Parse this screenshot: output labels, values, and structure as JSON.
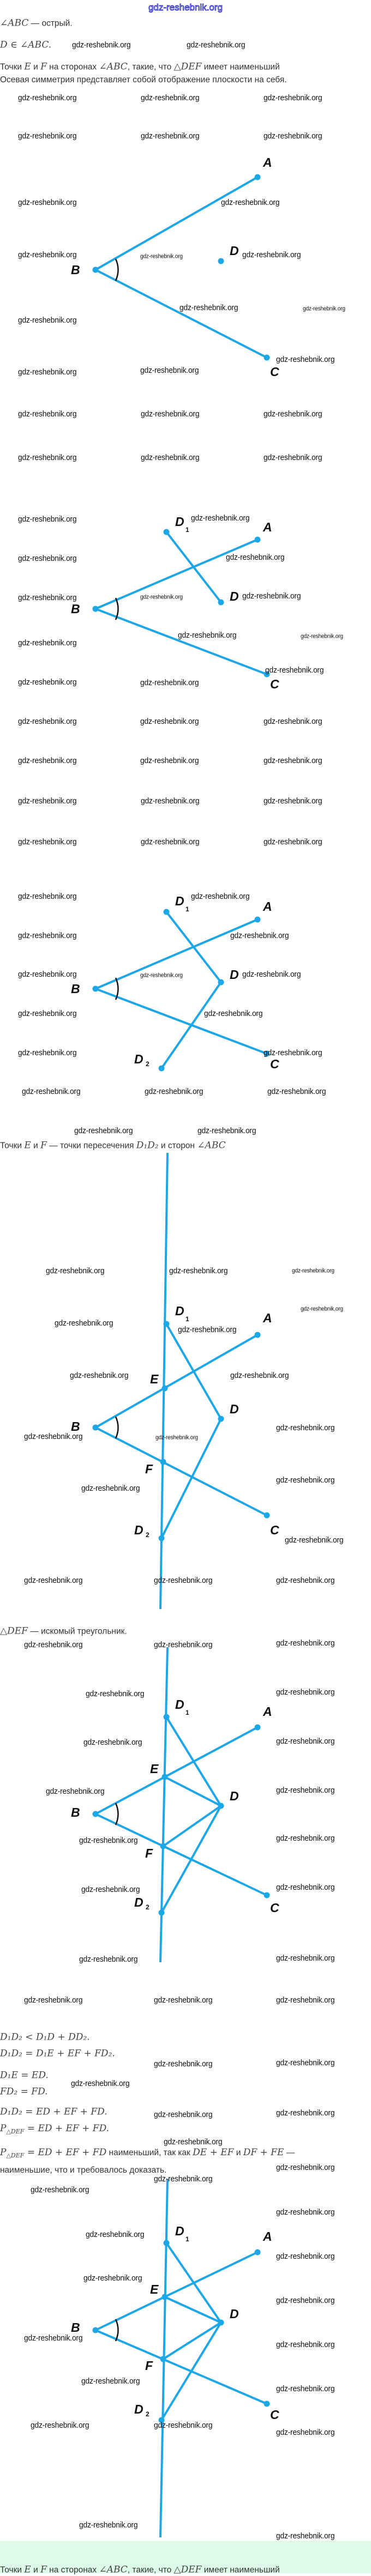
{
  "site_watermark": "gdz-reshebnik.org",
  "watermark": "gdz-reshebnik.org",
  "colors": {
    "figure_line": "#1ea7e6",
    "band": "#dcfce7"
  },
  "figure_labels": {
    "A": "A",
    "B": "B",
    "C": "C",
    "D": "D",
    "E": "E",
    "F": "F",
    "D1": "D",
    "D2": "D",
    "sub1": "1",
    "sub2": "2"
  },
  "text": [
    [
      {
        "k": "m",
        "t": "∠ABC"
      },
      {
        "k": "t",
        "t": " — острый."
      }
    ],
    [
      {
        "k": "m",
        "t": "D ∈ ∠ABC."
      }
    ],
    [
      {
        "k": "t",
        "t": "Точки "
      },
      {
        "k": "m",
        "t": "E"
      },
      {
        "k": "t",
        "t": " и "
      },
      {
        "k": "m",
        "t": "F"
      },
      {
        "k": "t",
        "t": " на сторонах "
      },
      {
        "k": "m",
        "t": "∠ABC"
      },
      {
        "k": "t",
        "t": ", такие, что "
      },
      {
        "k": "m",
        "t": "△DEF"
      },
      {
        "k": "t",
        "t": " имеет наименьший"
      }
    ],
    [
      {
        "k": "t",
        "t": "Осевая симметрия представляет собой отображение плоскости на себя."
      }
    ],
    [
      {
        "k": "t",
        "t": "Точки "
      },
      {
        "k": "m",
        "t": "E"
      },
      {
        "k": "t",
        "t": " и "
      },
      {
        "k": "m",
        "t": "F"
      },
      {
        "k": "t",
        "t": " — точки пересечения "
      },
      {
        "k": "m",
        "t": "D₁D₂"
      },
      {
        "k": "t",
        "t": " и сторон "
      },
      {
        "k": "m",
        "t": "∠ABC"
      }
    ],
    [
      {
        "k": "m",
        "t": "△DEF"
      },
      {
        "k": "t",
        "t": " — искомый треугольник."
      }
    ],
    [
      {
        "k": "m",
        "t": "D₁D₂ < D₁D + DD₂."
      }
    ],
    [
      {
        "k": "m",
        "t": "D₁D₂ = D₁E + EF + FD₂."
      }
    ],
    [
      {
        "k": "m",
        "t": "D₁E = ED."
      }
    ],
    [
      {
        "k": "m",
        "t": "FD₂ = FD."
      }
    ],
    [
      {
        "k": "m",
        "t": "D₁D₂ = ED + EF + FD."
      }
    ],
    [
      {
        "k": "m",
        "t": "P"
      },
      {
        "k": "s",
        "t": "△DEF"
      },
      {
        "k": "m",
        "t": " = ED + EF + FD."
      }
    ],
    [
      {
        "k": "m",
        "t": "P"
      },
      {
        "k": "s",
        "t": "△DEF"
      },
      {
        "k": "m",
        "t": " = ED + EF + FD"
      },
      {
        "k": "t",
        "t": " наименьший, так как "
      },
      {
        "k": "m",
        "t": "DE + EF"
      },
      {
        "k": "t",
        "t": " и "
      },
      {
        "k": "m",
        "t": "DF + FE"
      },
      {
        "k": "t",
        "t": " —"
      }
    ],
    [
      {
        "k": "t",
        "t": "наименьшие, что и требовалось доказать."
      }
    ],
    [
      {
        "k": "t",
        "t": "Точки "
      },
      {
        "k": "m",
        "t": "E"
      },
      {
        "k": "t",
        "t": " и "
      },
      {
        "k": "m",
        "t": "F"
      },
      {
        "k": "t",
        "t": " на сторонах "
      },
      {
        "k": "m",
        "t": "∠ABC"
      },
      {
        "k": "t",
        "t": ", такие, что "
      },
      {
        "k": "m",
        "t": "△DEF"
      },
      {
        "k": "t",
        "t": " имеет наименьший"
      }
    ]
  ]
}
